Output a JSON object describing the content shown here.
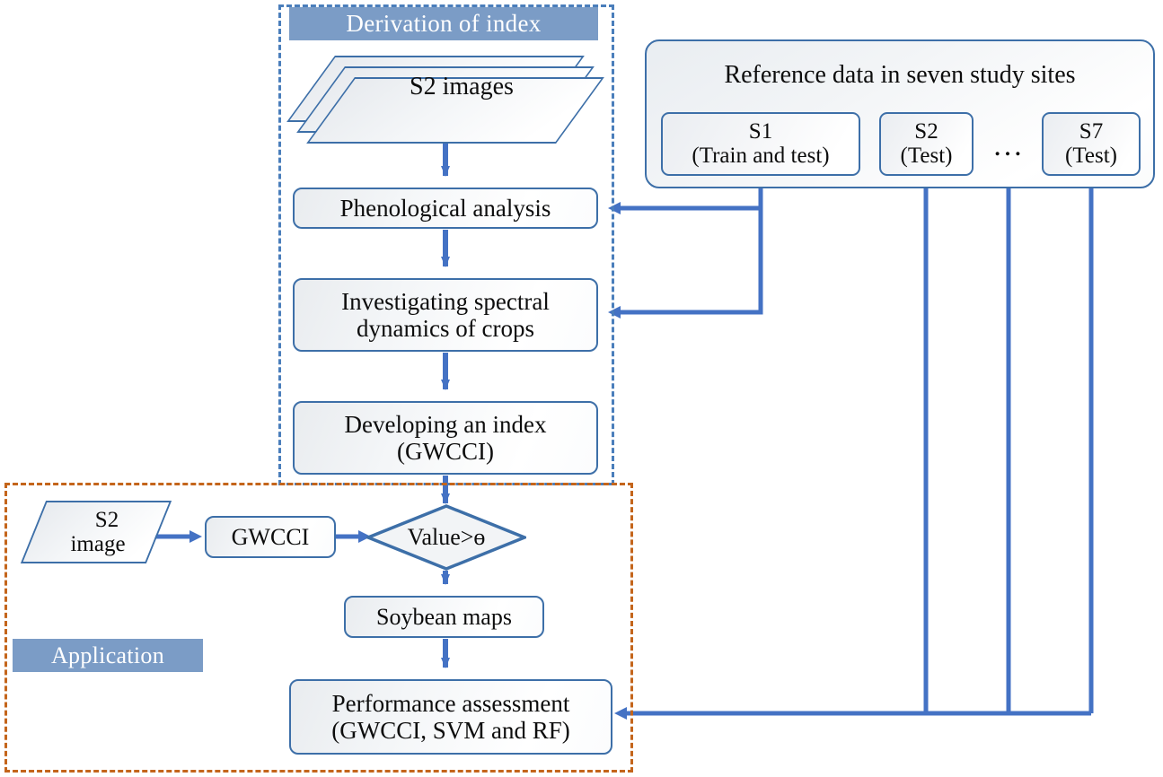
{
  "sections": {
    "derivation": {
      "label": "Derivation of index"
    },
    "application": {
      "label": "Application"
    }
  },
  "derivation_flow": {
    "data_stack": {
      "label": "S2 images"
    },
    "steps": [
      {
        "id": "phenological",
        "line1": "Phenological analysis",
        "line2": ""
      },
      {
        "id": "investigating",
        "line1": "Investigating spectral",
        "line2": "dynamics of crops"
      },
      {
        "id": "developing",
        "line1": "Developing an index",
        "line2": "(GWCCI)"
      }
    ]
  },
  "reference_panel": {
    "title": "Reference data in seven study sites",
    "sites": [
      {
        "id": "s1",
        "name": "S1",
        "role": "(Train and test)"
      },
      {
        "id": "s2",
        "name": "S2",
        "role": "(Test)"
      },
      {
        "id": "s7",
        "name": "S7",
        "role": "(Test)"
      }
    ],
    "ellipsis": "…"
  },
  "application_flow": {
    "input_shape": {
      "line1": "S2",
      "line2": "image"
    },
    "index_box": {
      "label": "GWCCI"
    },
    "decision": {
      "label": "Value>ɵ"
    },
    "output_box": {
      "label": "Soybean maps"
    },
    "assessment_box": {
      "line1": "Performance assessment",
      "line2": "(GWCCI, SVM and RF)"
    }
  },
  "colors": {
    "banner_blue": "#7B9CC6",
    "box_border_blue": "#3D6FA8",
    "connector_blue": "#4472C4",
    "derivation_frame_blue": "#4A7EBB",
    "application_frame_orange": "#C4651B",
    "text_black": "#0D0D0D",
    "page_background": "#FFFFFF"
  }
}
